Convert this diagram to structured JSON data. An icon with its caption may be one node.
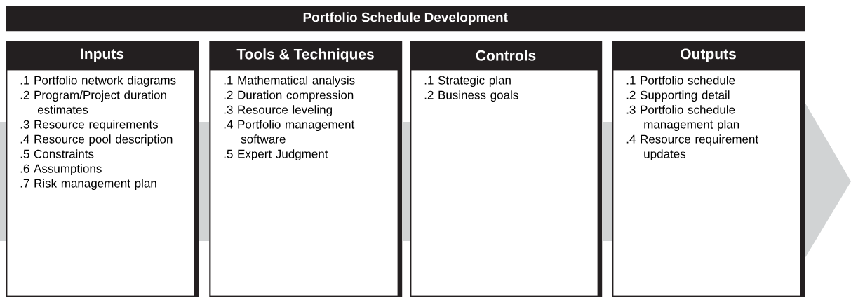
{
  "diagram": {
    "nodes": [
      {
        "text": [
          "Portfolio Schedule Development"
        ]
      },
      {
        "text": [
          "Inputs",
          ".1 Portfolio network diagrams",
          ".2 Program/Project duration estimates",
          ".3 Resource requirements",
          ".4 Resource pool description",
          ".5 Constraints",
          ".6 Assumptions",
          ".7 Risk management plan"
        ]
      },
      {
        "text": [
          "Tools & Techniques",
          ".1 Mathematical analysis",
          ".2 Duration compression",
          ".3 Resource leveling",
          ".4 Portfolio management software",
          ".5 Expert Judgment"
        ]
      },
      {
        "text": [
          "Controls",
          ".1 Strategic plan",
          ".2 Business goals"
        ]
      },
      {
        "text": [
          "Outputs",
          ".1 Portfolio schedule",
          ".2 Supporting detail",
          ".3 Portfolio schedule management plan",
          ".4 Resource requirement updates"
        ]
      }
    ],
    "edges": [
      {
        "from": null,
        "to": 1,
        "arrow": "none"
      },
      {
        "from": 1,
        "to": 2,
        "arrow": "none"
      },
      {
        "from": 2,
        "to": 3,
        "arrow": "none"
      },
      {
        "from": 3,
        "to": 4,
        "arrow": "none"
      },
      {
        "from": 4,
        "to": null,
        "arrow": "to"
      }
    ]
  }
}
